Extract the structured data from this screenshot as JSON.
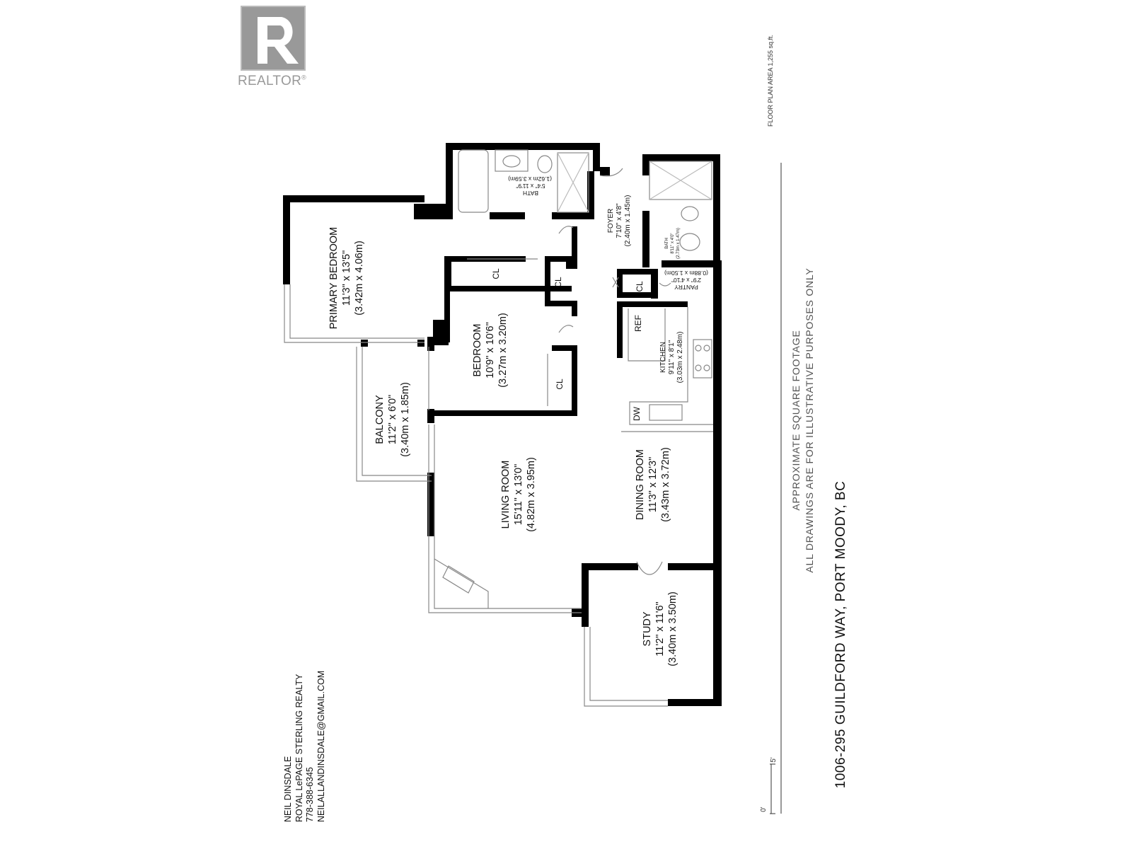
{
  "brand": {
    "logo_text": "REALTOR",
    "reg": "®"
  },
  "floor_area": "FLOOR PLAN AREA 1,255 sq.ft.",
  "disclaimer": {
    "line1": "APPROXIMATE SQUARE FOOTAGE",
    "line2": "ALL DRAWINGS ARE FOR ILLUSTRATIVE PURPOSES ONLY"
  },
  "address": "1006-295 GUILDFORD WAY, PORT MOODY, BC",
  "agent": {
    "name": "NEIL DINSDALE",
    "company": "ROYAL LePAGE STERLING REALTY",
    "phone": "778-388-6345",
    "email": "NEILALLANDINSDALE@GMAIL.COM"
  },
  "scale": {
    "start": "0'",
    "end": "5'"
  },
  "rooms": {
    "primary_bedroom": {
      "name": "PRIMARY BEDROOM",
      "imperial": "11'3\" x 13'5\"",
      "metric": "(3.42m x 4.06m)"
    },
    "bath_main": {
      "name": "BATH",
      "imperial": "5'4\" x 11'9\"",
      "metric": "(1.62m x 3.59m)"
    },
    "foyer": {
      "name": "FOYER",
      "imperial": "7'10\" x 4'8\"",
      "metric": "(2.40m x 1.45m)"
    },
    "bath_ensuite": {
      "name": "BATH",
      "imperial": "8'11\" x 4'0\"",
      "metric": "(2.73m x 1.47m)"
    },
    "pantry": {
      "name": "PANTRY",
      "imperial": "2'9\" x 4'10\"",
      "metric": "(0.88m x 1.50m)"
    },
    "bedroom": {
      "name": "BEDROOM",
      "imperial": "10'9\" x 10'6\"",
      "metric": "(3.27m x 3.20m)"
    },
    "kitchen": {
      "name": "KITCHEN",
      "imperial": "9'11\" x 8'1\"",
      "metric": "(3.03m x 2.48m)"
    },
    "balcony": {
      "name": "BALCONY",
      "imperial": "11'2\" x 6'0\"",
      "metric": "(3.40m x 1.85m)"
    },
    "living_room": {
      "name": "LIVING ROOM",
      "imperial": "15'11\" x 13'0\"",
      "metric": "(4.82m x 3.95m)"
    },
    "dining_room": {
      "name": "DINING ROOM",
      "imperial": "11'3\" x 12'3\"",
      "metric": "(3.43m x 3.72m)"
    },
    "study": {
      "name": "STUDY",
      "imperial": "11'2\" x 11'6\"",
      "metric": "(3.40m x 3.50m)"
    }
  },
  "fixtures": {
    "closet": "CL",
    "refrigerator": "REF",
    "dishwasher": "DW"
  }
}
